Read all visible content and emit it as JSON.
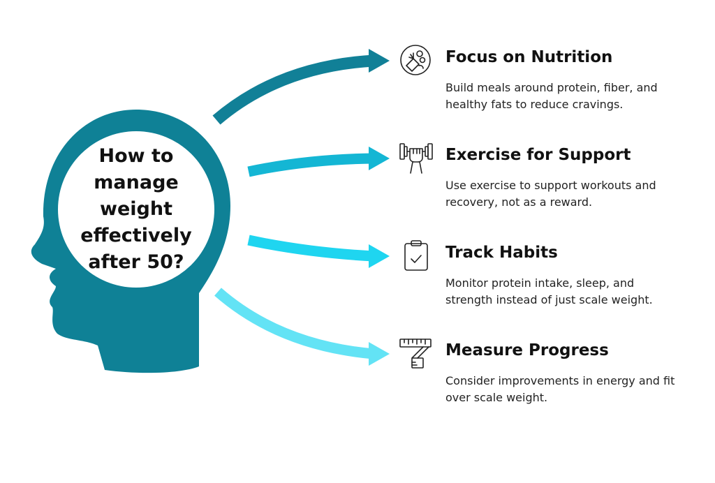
{
  "colors": {
    "head": "#0f8196",
    "arrow_1": "#118097",
    "arrow_2": "#14b6d4",
    "arrow_3": "#1fd5f0",
    "arrow_4": "#63e3f5",
    "icon_stroke": "#222222"
  },
  "center": {
    "title": "How to manage weight effectively after 50?"
  },
  "items": [
    {
      "icon": "nutrition-icon",
      "title": "Focus on Nutrition",
      "description": "Build meals around protein, fiber, and healthy fats to reduce cravings."
    },
    {
      "icon": "dumbbell-hand-icon",
      "title": "Exercise for Support",
      "description": "Use exercise to support workouts and recovery, not as a reward."
    },
    {
      "icon": "clipboard-check-icon",
      "title": "Track Habits",
      "description": "Monitor protein intake, sleep, and strength instead of just scale weight."
    },
    {
      "icon": "measuring-tape-icon",
      "title": "Measure Progress",
      "description": "Consider improvements in energy and fit over scale weight."
    }
  ]
}
